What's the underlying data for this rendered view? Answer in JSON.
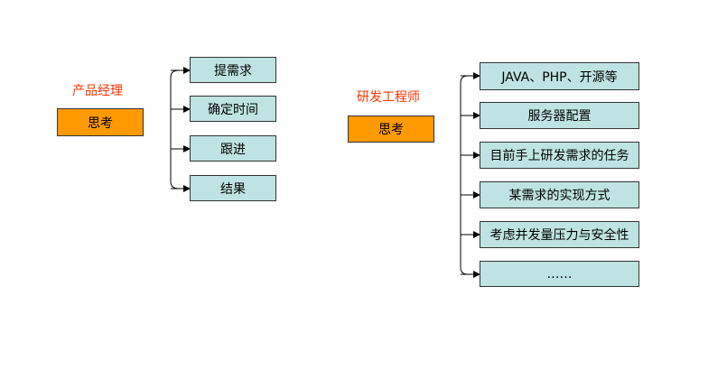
{
  "left_group": {
    "title": "产品经理",
    "root": "思考",
    "items": [
      "提需求",
      "确定时间",
      "跟进",
      "结果"
    ]
  },
  "right_group": {
    "title": "研发工程师",
    "root": "思考",
    "items": [
      "JAVA、PHP、开源等",
      "服务器配置",
      "目前手上研发需求的任务",
      "某需求的实现方式",
      "考虑并发量压力与安全性",
      "……"
    ]
  },
  "colors": {
    "title": "#ff3300",
    "root_fill": "#ff9900",
    "node_fill": "#bfe3e3",
    "line": "#000000"
  }
}
